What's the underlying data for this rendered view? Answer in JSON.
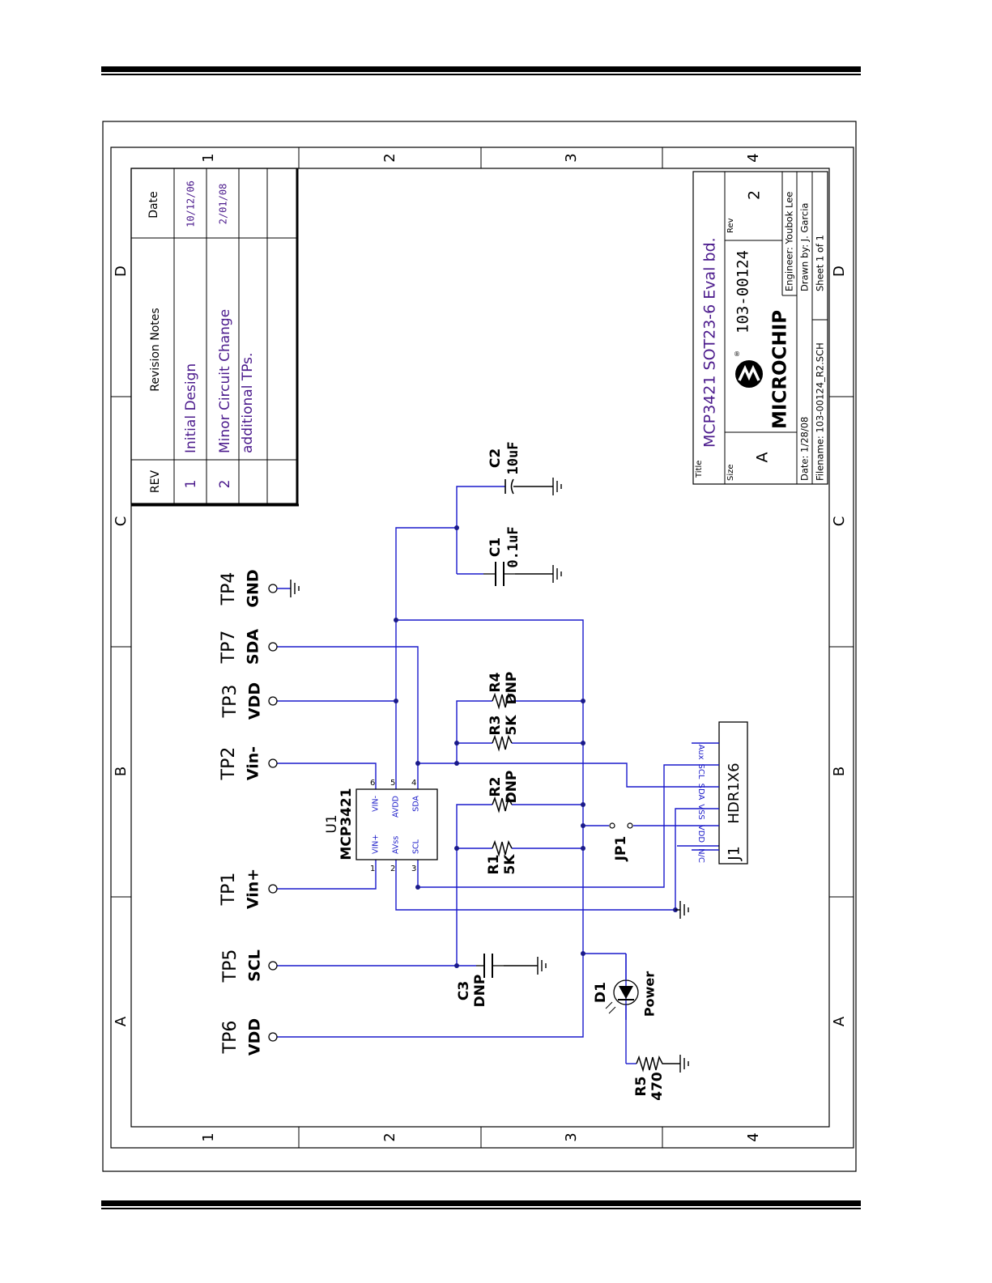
{
  "border": {
    "columns": [
      "1",
      "2",
      "3",
      "4"
    ],
    "rows": [
      "D",
      "C",
      "B",
      "A"
    ]
  },
  "revision_table": {
    "header_rev": "REV",
    "header_notes": "Revision Notes",
    "header_date": "Date",
    "rows": [
      {
        "rev": "1",
        "notes": [
          "Initial Design"
        ],
        "date": "10/12/06"
      },
      {
        "rev": "2",
        "notes": [
          "Minor Circuit Change",
          "additional TPs."
        ],
        "date": "2/01/08"
      }
    ]
  },
  "title_block": {
    "title_caption": "Title",
    "title": "MCP3421 SOT23-6 Eval bd.",
    "size_caption": "Size",
    "size": "A",
    "doc_number": "103-00124",
    "rev_caption": "Rev",
    "rev": "2",
    "logo_text": "MICROCHIP",
    "logo_registered": "®",
    "date": "Date:  1/28/08",
    "filename": "Filename: 103-00124_R2.SCH",
    "engineer": "Engineer: Youbok Lee",
    "drawn_by": "Drawn by: J. Garcia",
    "sheet": "Sheet 1 of  1"
  },
  "test_points": [
    {
      "ref": "TP6",
      "net": "VDD"
    },
    {
      "ref": "TP5",
      "net": "SCL"
    },
    {
      "ref": "TP1",
      "net": "Vin+"
    },
    {
      "ref": "TP2",
      "net": "Vin-"
    },
    {
      "ref": "TP3",
      "net": "VDD"
    },
    {
      "ref": "TP7",
      "net": "SDA"
    },
    {
      "ref": "TP4",
      "net": "GND"
    }
  ],
  "u1": {
    "ref": "U1",
    "part": "MCP3421",
    "pins": [
      {
        "num": "1",
        "name": "VIN+"
      },
      {
        "num": "2",
        "name": "AVss"
      },
      {
        "num": "3",
        "name": "SCL"
      },
      {
        "num": "4",
        "name": "SDA"
      },
      {
        "num": "5",
        "name": "AVDD"
      },
      {
        "num": "6",
        "name": "VIN-"
      }
    ]
  },
  "components": {
    "r1": {
      "ref": "R1",
      "value": "5K"
    },
    "r2": {
      "ref": "R2",
      "value": "DNP"
    },
    "r3": {
      "ref": "R3",
      "value": "5K"
    },
    "r4": {
      "ref": "R4",
      "value": "DNP"
    },
    "r5": {
      "ref": "R5",
      "value": "470"
    },
    "c1": {
      "ref": "C1",
      "value": "0.1uF"
    },
    "c2": {
      "ref": "C2",
      "value": "10uF"
    },
    "c3": {
      "ref": "C3",
      "value": "DNP"
    },
    "d1": {
      "ref": "D1",
      "value": "Power"
    },
    "jp1": {
      "ref": "JP1"
    }
  },
  "j1": {
    "ref": "J1",
    "part": "HDR1X6",
    "pins": [
      "N/C",
      "VDD",
      "VSS",
      "SDA",
      "SCL",
      "Aux"
    ]
  },
  "colors": {
    "wire": "#1a1acc",
    "pin_label": "#1a1ac8",
    "revision_text": "#4b1a8c",
    "ink": "#000000"
  }
}
